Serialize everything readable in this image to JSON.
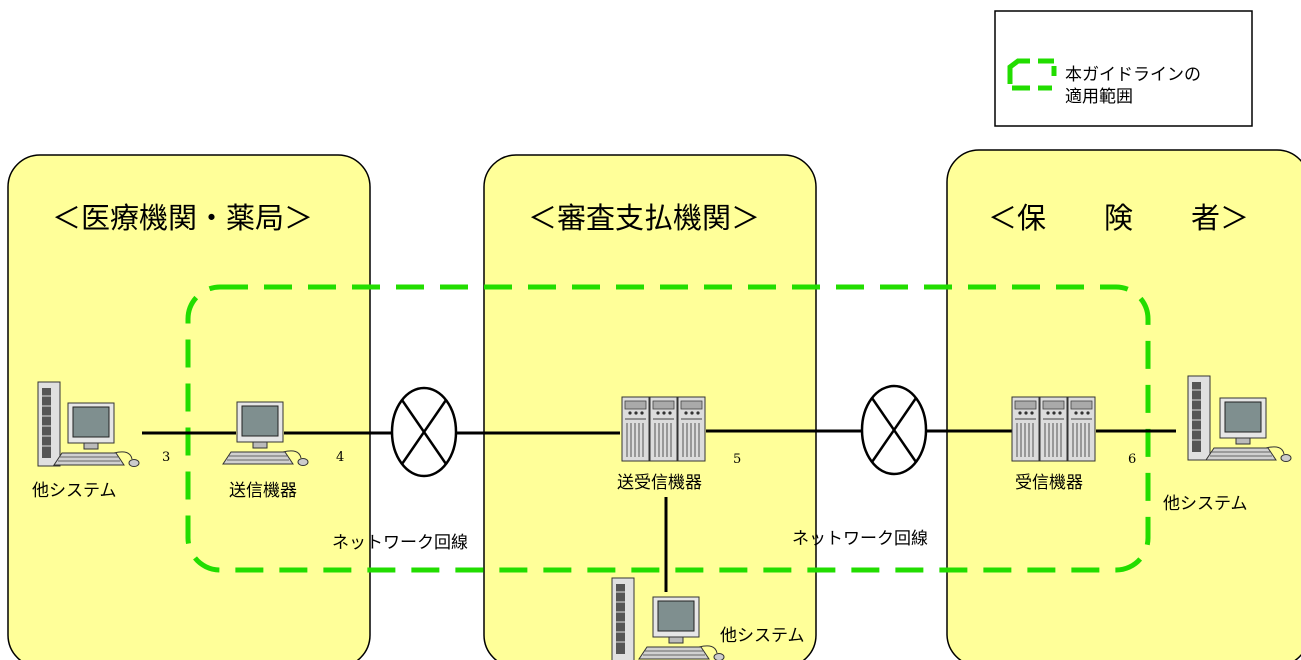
{
  "legend": {
    "line1": "本ガイドラインの",
    "line2": "適用範囲",
    "swatch_color": "#22dd00"
  },
  "zones": {
    "medical": {
      "title": "＜医療機関・薬局＞"
    },
    "review": {
      "title": "＜審査支払機関＞"
    },
    "insurer": {
      "title": "＜保　　険　　者＞"
    }
  },
  "devices": {
    "other_system_left": "他システム",
    "sender": "送信機器",
    "send_receive": "送受信機器",
    "receiver": "受信機器",
    "other_system_right": "他システム",
    "other_system_bottom": "他システム"
  },
  "networks": {
    "network1": "ネットワーク回線",
    "network2": "ネットワーク回線"
  },
  "interfaces": {
    "n3": "3",
    "n4": "4",
    "n5": "5",
    "n6": "6"
  },
  "colors": {
    "zone_fill": "#ffff99",
    "scope_border": "#22dd00",
    "line": "#000000"
  }
}
